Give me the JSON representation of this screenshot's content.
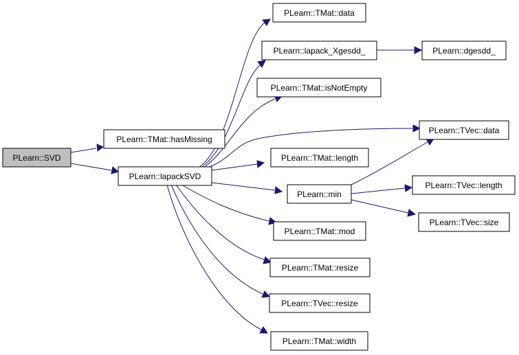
{
  "graph": {
    "colors": {
      "edge": "#191970",
      "node_border": "#000000",
      "node_fill": "#ffffff",
      "root_fill": "#bfbfbf"
    },
    "nodes": {
      "svd": "PLearn::SVD",
      "hasmissing": "PLearn::TMat::hasMissing",
      "lapacksvd": "PLearn::lapackSVD",
      "tmat_data": "PLearn::TMat::data",
      "lapack_xgesdd": "PLearn::lapack_Xgesdd_",
      "dgesdd": "PLearn::dgesdd_",
      "isnotempty": "PLearn::TMat::isNotEmpty",
      "tvec_data": "PLearn::TVec::data",
      "tmat_length": "PLearn::TMat::length",
      "min": "PLearn::min",
      "tvec_length": "PLearn::TVec::length",
      "tvec_size": "PLearn::TVec::size",
      "tmat_mod": "PLearn::TMat::mod",
      "tmat_resize": "PLearn::TMat::resize",
      "tvec_resize": "PLearn::TVec::resize",
      "tmat_width": "PLearn::TMat::width"
    }
  }
}
